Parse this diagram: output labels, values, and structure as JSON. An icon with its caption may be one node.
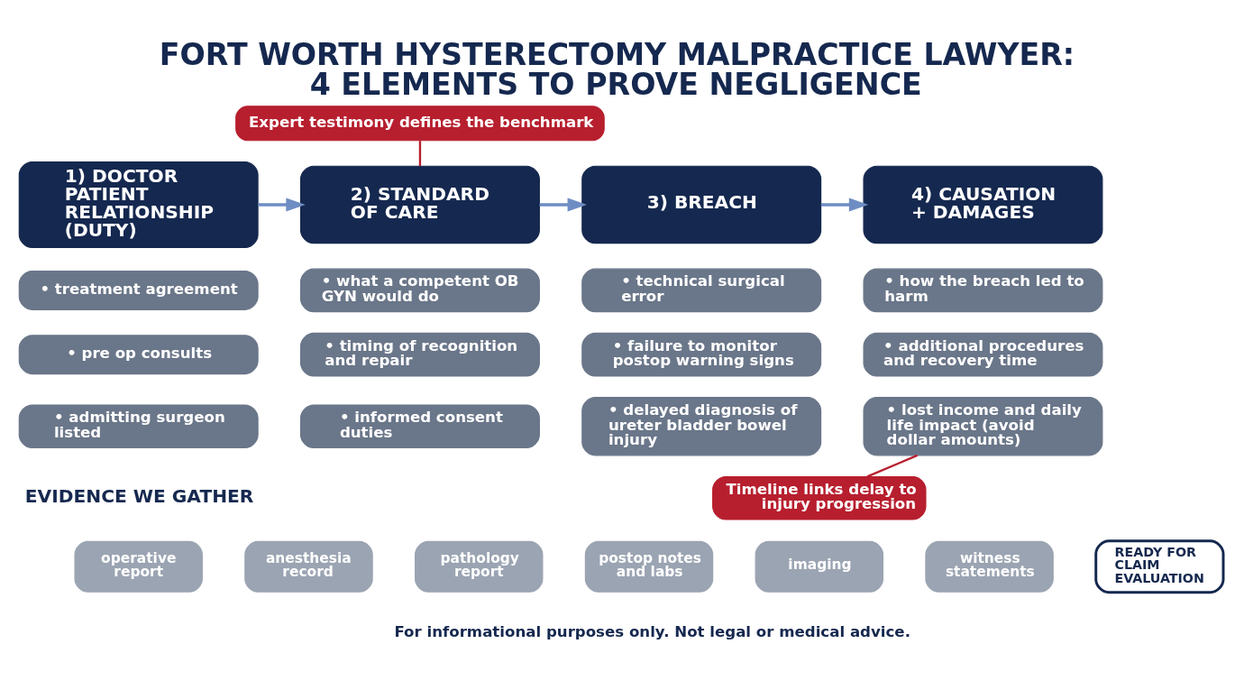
{
  "diagram": {
    "title": "FORT WORTH HYSTERECTOMY MALPRACTICE LAWYER: 4 ELEMENTS TO PROVE NEGLIGENCE",
    "caption": "For informational purposes only. Not legal or medical advice.",
    "nodes": [
      {
        "text": [
          "1) DOCTOR PATIENT RELATIONSHIP (DUTY)"
        ]
      },
      {
        "text": [
          "• treatment agreement"
        ]
      },
      {
        "text": [
          "• pre op consults"
        ]
      },
      {
        "text": [
          "• admitting surgeon listed"
        ]
      },
      {
        "text": [
          "2) STANDARD OF CARE"
        ]
      },
      {
        "text": [
          "• what a competent OB GYN would do"
        ]
      },
      {
        "text": [
          "• timing of recognition and repair"
        ]
      },
      {
        "text": [
          "• informed consent duties"
        ]
      },
      {
        "text": [
          "3) BREACH"
        ]
      },
      {
        "text": [
          "• technical surgical error"
        ]
      },
      {
        "text": [
          "• failure to monitor postop warning signs"
        ]
      },
      {
        "text": [
          "• delayed diagnosis of ureter bladder bowel injury"
        ]
      },
      {
        "text": [
          "4) CAUSATION + DAMAGES"
        ]
      },
      {
        "text": [
          "• how the breach led to harm"
        ]
      },
      {
        "text": [
          "• additional procedures and recovery time"
        ]
      },
      {
        "text": [
          "• lost income and daily life impact (avoid dollar amounts)"
        ]
      },
      {
        "text": [
          "Expert testimony defines the benchmark"
        ]
      },
      {
        "text": [
          "Timeline links delay to injury progression"
        ]
      },
      {
        "text": [
          "operative report"
        ]
      },
      {
        "text": [
          "anesthesia record"
        ]
      },
      {
        "text": [
          "pathology report"
        ]
      },
      {
        "text": [
          "postop notes and labs"
        ]
      },
      {
        "text": [
          "imaging"
        ]
      },
      {
        "text": [
          "witness statements"
        ]
      },
      {
        "text": [
          "READY FOR CLAIM EVALUATION"
        ]
      }
    ],
    "edges": [
      {
        "from": 0,
        "to": 4,
        "arrow": "to"
      },
      {
        "from": 4,
        "to": 8,
        "arrow": "to"
      },
      {
        "from": 8,
        "to": 12,
        "arrow": "to"
      },
      {
        "from": 4,
        "to": 16,
        "arrow": "none",
        "color": "#b71f2e"
      },
      {
        "from": 15,
        "to": 17,
        "arrow": "none",
        "color": "#b71f2e"
      }
    ],
    "labels": [
      "EVIDENCE WE GATHER"
    ]
  }
}
